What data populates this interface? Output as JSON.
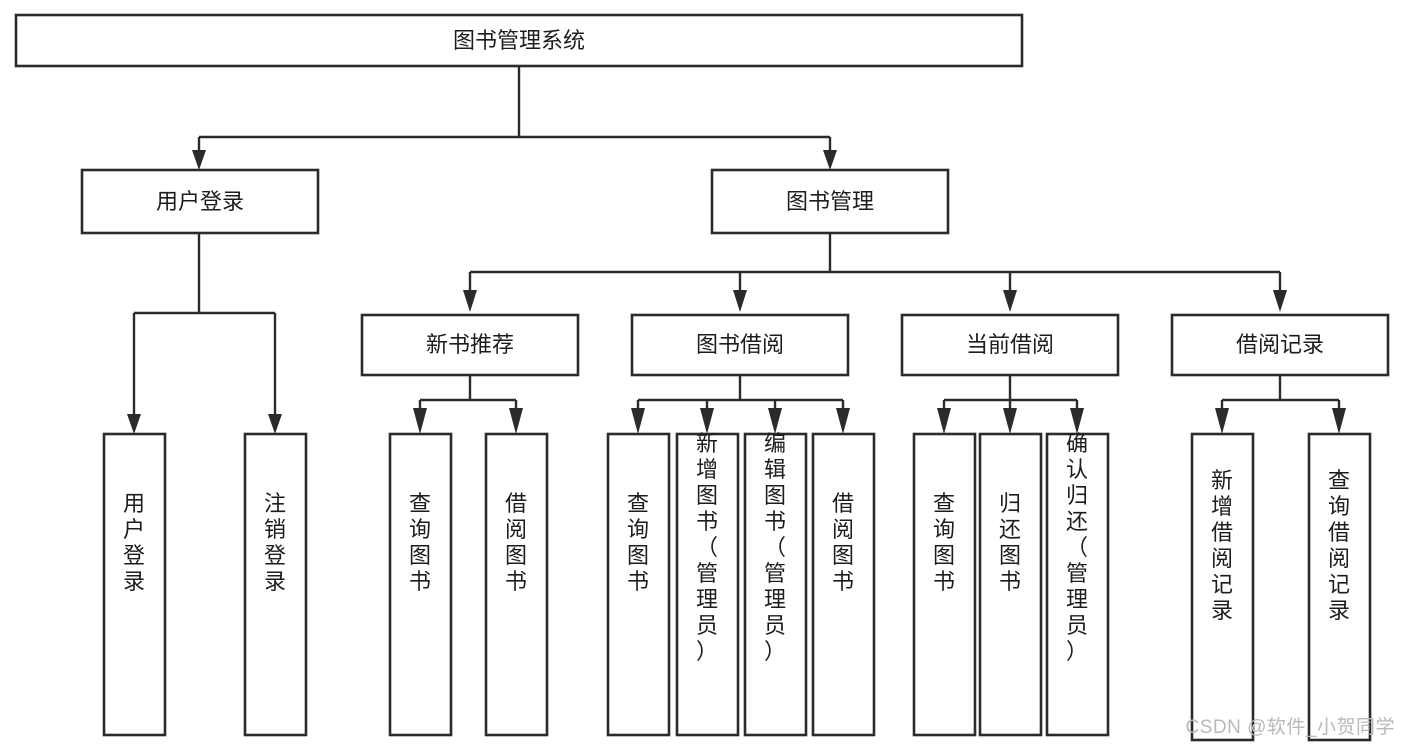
{
  "diagram": {
    "title": "图书管理系统",
    "type": "tree-hierarchy-diagram",
    "watermark": "CSDN @软件_小贺同学",
    "colors": {
      "stroke": "#2b2b2b",
      "fill": "#ffffff",
      "text": "#1d1d1d",
      "watermark": "#b9b9b9"
    },
    "levels": {
      "root": {
        "label": "图书管理系统",
        "orientation": "horizontal"
      },
      "level2": [
        {
          "label": "用户登录",
          "orientation": "horizontal"
        },
        {
          "label": "图书管理",
          "orientation": "horizontal"
        }
      ],
      "level3": [
        {
          "label": "新书推荐",
          "orientation": "horizontal",
          "parent": "图书管理"
        },
        {
          "label": "图书借阅",
          "orientation": "horizontal",
          "parent": "图书管理"
        },
        {
          "label": "当前借阅",
          "orientation": "horizontal",
          "parent": "图书管理"
        },
        {
          "label": "借阅记录",
          "orientation": "horizontal",
          "parent": "图书管理"
        }
      ],
      "leaves": [
        {
          "label": "用户登录",
          "orientation": "vertical",
          "parent": "用户登录"
        },
        {
          "label": "注销登录",
          "orientation": "vertical",
          "parent": "用户登录"
        },
        {
          "label": "查询图书",
          "orientation": "vertical",
          "parent": "新书推荐"
        },
        {
          "label": "借阅图书",
          "orientation": "vertical",
          "parent": "新书推荐"
        },
        {
          "label": "查询图书",
          "orientation": "vertical",
          "parent": "图书借阅"
        },
        {
          "label": "新增图书（管理员）",
          "orientation": "vertical",
          "parent": "图书借阅"
        },
        {
          "label": "编辑图书（管理员）",
          "orientation": "vertical",
          "parent": "图书借阅"
        },
        {
          "label": "借阅图书",
          "orientation": "vertical",
          "parent": "图书借阅"
        },
        {
          "label": "查询图书",
          "orientation": "vertical",
          "parent": "当前借阅"
        },
        {
          "label": "归还图书",
          "orientation": "vertical",
          "parent": "当前借阅"
        },
        {
          "label": "确认归还（管理员）",
          "orientation": "vertical",
          "parent": "当前借阅"
        },
        {
          "label": "新增借阅记录",
          "orientation": "vertical",
          "parent": "借阅记录"
        },
        {
          "label": "查询借阅记录",
          "orientation": "vertical",
          "parent": "借阅记录"
        }
      ]
    }
  }
}
